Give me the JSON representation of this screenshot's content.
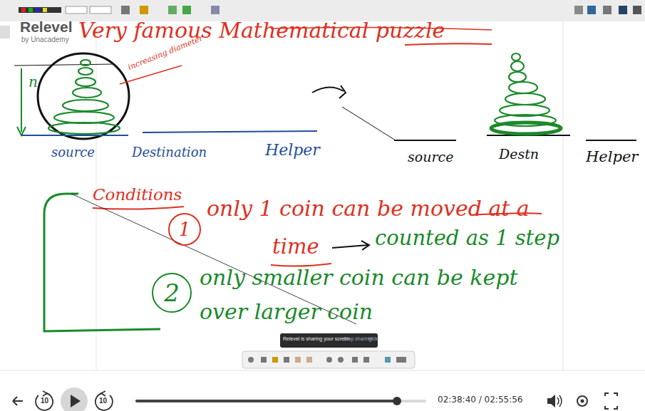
{
  "diagram": {
    "title": "Very famous Mathematical puzzle",
    "nodes": [
      {
        "text": [
          "1"
        ]
      },
      {
        "text": [
          "2"
        ]
      }
    ],
    "labels": [
      "Relevel",
      "by Unacademy",
      "n",
      "increasing diameter",
      "source",
      "Destination",
      "Helper",
      "source",
      "Destn",
      "Helper",
      "Conditions",
      "only 1 coin can be moved at a",
      "time",
      "counted as 1 step",
      "only smaller coin can be kept over larger coin",
      "Relevel is sharing your screen",
      "Stop sharing",
      "Hide",
      "10",
      "10",
      "02:38:40 / 02:55:56"
    ]
  }
}
